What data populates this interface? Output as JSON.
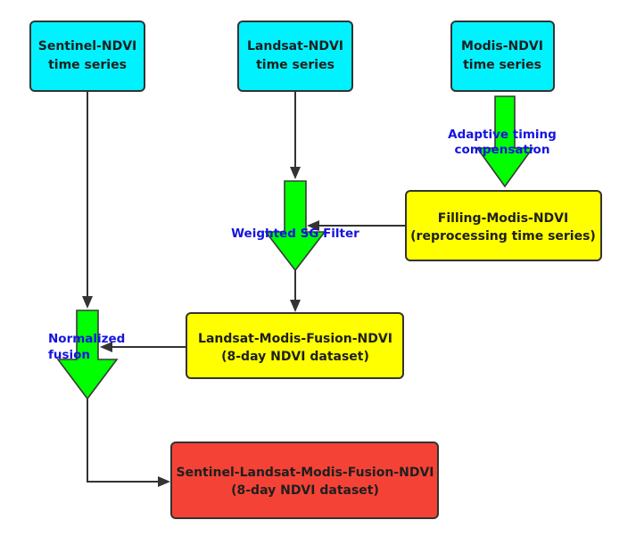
{
  "colors": {
    "source_box": "#00f2ff",
    "intermediate_box": "#ffff00",
    "final_box": "#f44336",
    "process_arrow": "#00ff00",
    "process_label": "#1414e0"
  },
  "nodes": {
    "sentinel": {
      "line1": "Sentinel-NDVI",
      "line2": "time series"
    },
    "landsat": {
      "line1": "Landsat-NDVI",
      "line2": "time series"
    },
    "modis": {
      "line1": "Modis-NDVI",
      "line2": "time series"
    },
    "filling": {
      "line1": "Filling-Modis-NDVI",
      "line2": "(reprocessing time series)"
    },
    "fusion": {
      "line1": "Landsat-Modis-Fusion-NDVI",
      "line2": "(8-day NDVI dataset)"
    },
    "final": {
      "line1": "Sentinel-Landsat-Modis-Fusion-NDVI",
      "line2": "(8-day NDVI dataset)"
    }
  },
  "processes": {
    "adaptive": {
      "line1": "Adaptive timing",
      "line2": "compensation"
    },
    "sg_filter": {
      "line1": "Weighted SG Filter"
    },
    "normalized": {
      "line1": "Normalized",
      "line2": "fusion"
    }
  }
}
